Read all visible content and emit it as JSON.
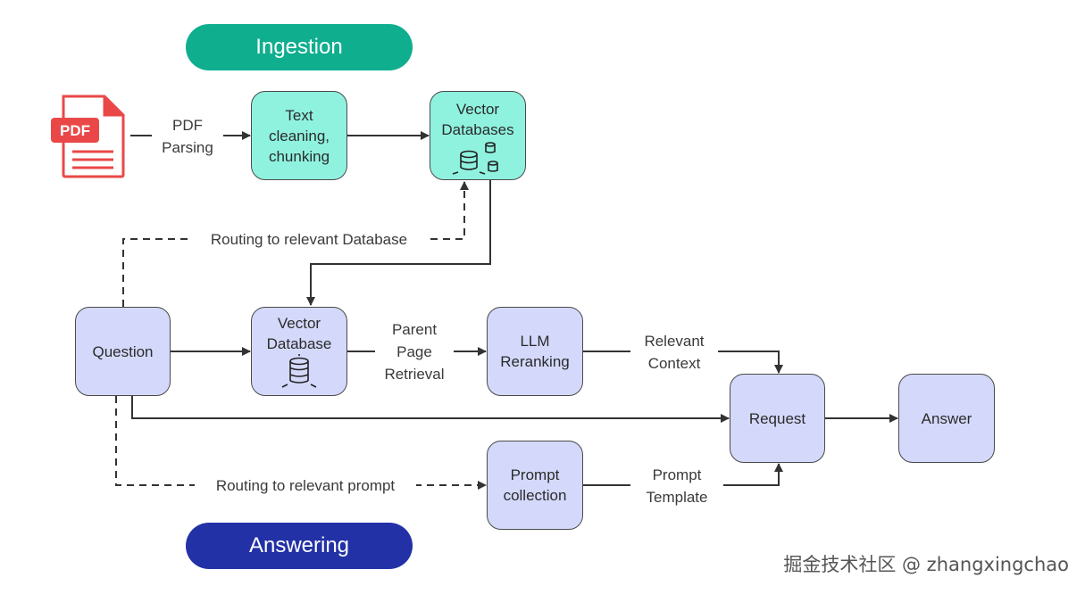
{
  "headers": {
    "ingestion": {
      "label": "Ingestion",
      "color": "#0fae8f"
    },
    "answering": {
      "label": "Answering",
      "color": "#2331a6"
    }
  },
  "pdf_icon": {
    "label": "PDF",
    "color": "#ea4848"
  },
  "nodes": {
    "text_cleaning": "Text\ncleaning,\nchunking",
    "vector_databases": "Vector\nDatabases",
    "question": "Question",
    "vector_database": "Vector\nDatabase",
    "llm_reranking": "LLM\nReranking",
    "request": "Request",
    "answer": "Answer",
    "prompt_collection": "Prompt\ncollection"
  },
  "edge_labels": {
    "pdf_parsing": "PDF\nParsing",
    "routing_database": "Routing to relevant Database",
    "parent_page_retrieval": "Parent\nPage\nRetrieval",
    "relevant_context": "Relevant\nContext",
    "routing_prompt": "Routing to relevant prompt",
    "prompt_template": "Prompt\nTemplate"
  },
  "colors": {
    "teal_box": "#8ff2df",
    "lavender_box": "#d4d9fb",
    "stroke": "#333333"
  },
  "watermark": "掘金技术社区 @ zhangxingchao"
}
